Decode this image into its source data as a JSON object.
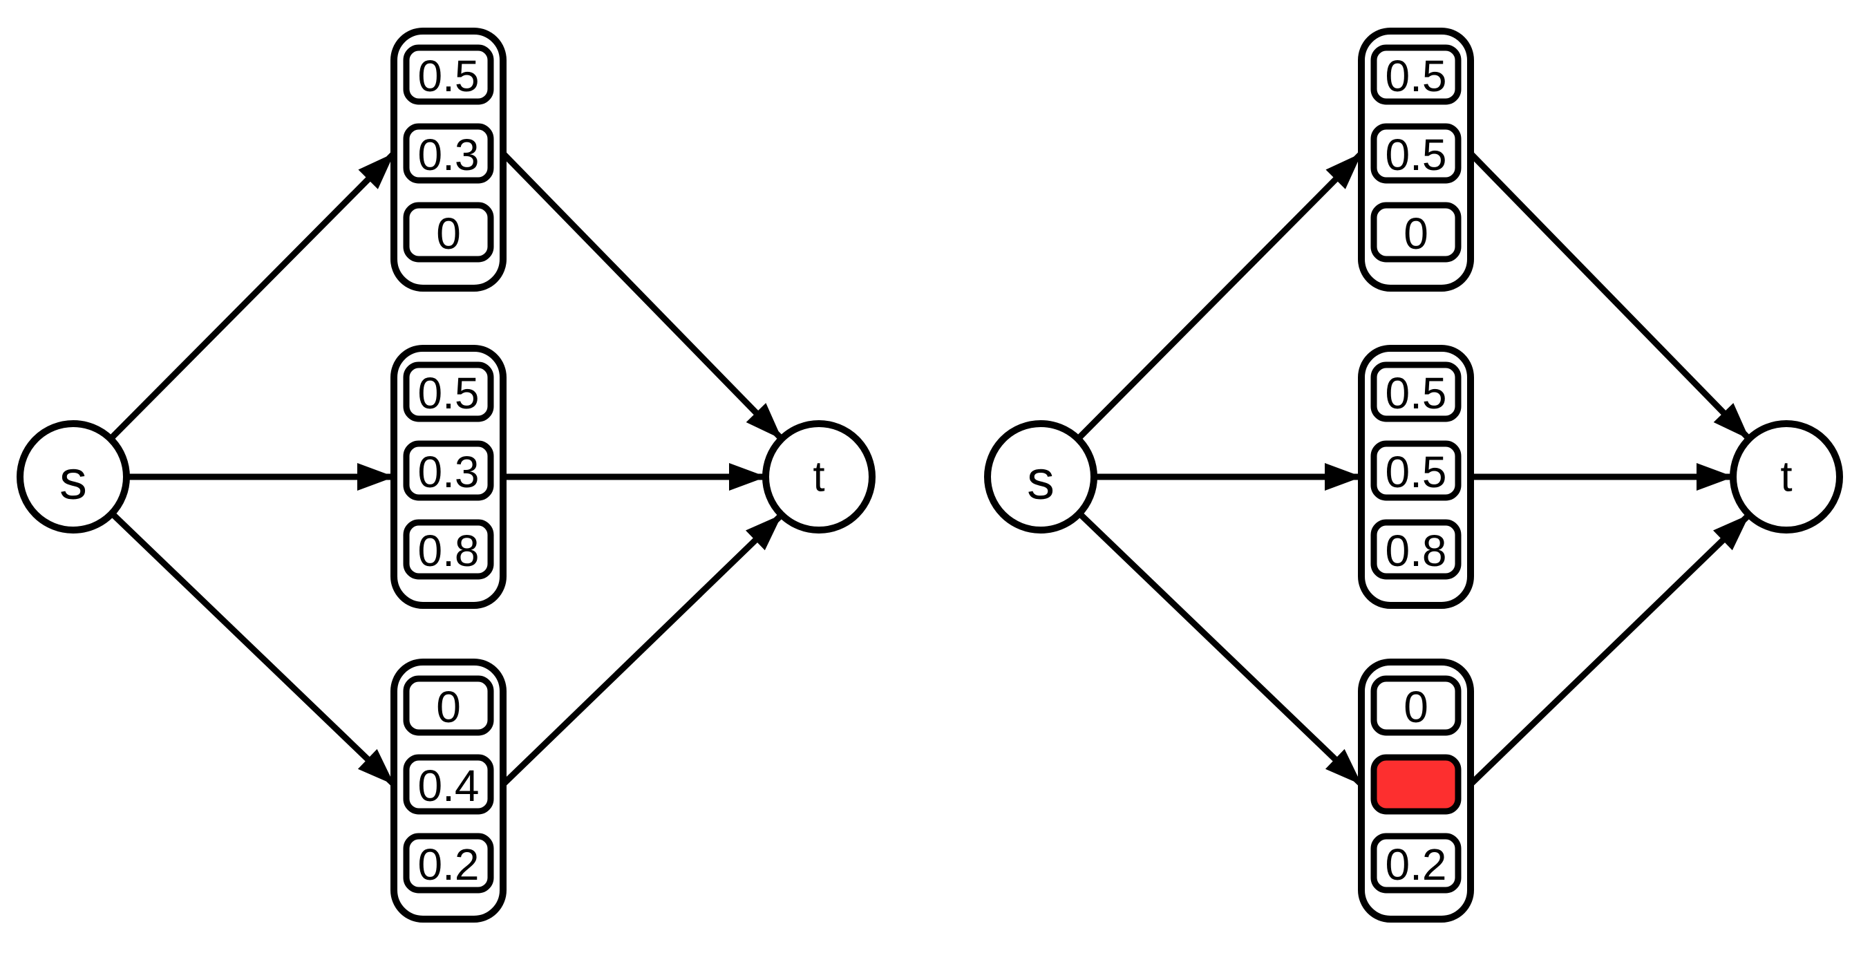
{
  "colors": {
    "background": "#ffffff",
    "line": "#000000",
    "node_fill": "#ffffff",
    "highlight_red": "#fd2f2f"
  },
  "diagrams": [
    {
      "source_label": "s",
      "target_label": "t",
      "branches": [
        {
          "cells": [
            "0.5",
            "0.3",
            "0"
          ]
        },
        {
          "cells": [
            "0.5",
            "0.3",
            "0.8"
          ]
        },
        {
          "cells": [
            "0",
            "0.4",
            "0.2"
          ]
        }
      ]
    },
    {
      "source_label": "s",
      "target_label": "t",
      "branches": [
        {
          "cells": [
            "0.5",
            "0.5",
            "0"
          ]
        },
        {
          "cells": [
            "0.5",
            "0.5",
            "0.8"
          ]
        },
        {
          "cells": [
            "0",
            "",
            "0.2"
          ],
          "highlighted_cell_index": 1
        }
      ]
    }
  ]
}
